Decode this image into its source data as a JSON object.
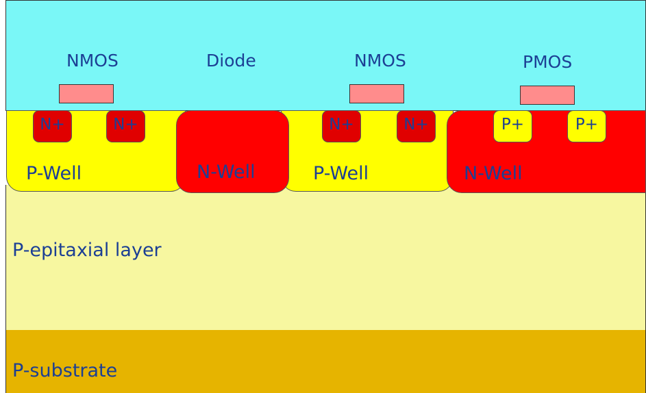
{
  "devices": {
    "nmos_left": "NMOS",
    "diode": "Diode",
    "nmos_right": "NMOS",
    "pmos": "PMOS"
  },
  "wells": {
    "pwell_left": "P-Well",
    "nwell_diode": "N-Well",
    "pwell_right": "P-Well",
    "nwell_pmos": "N-Well"
  },
  "implants": {
    "n_plus": "N+",
    "p_plus": "P+"
  },
  "layers": {
    "epitaxial": "P-epitaxial layer",
    "substrate": "P-substrate"
  },
  "colors": {
    "oxide": "#7af7f7",
    "p_well": "#ffff00",
    "n_well": "#ff0000",
    "n_plus": "#e00000",
    "gate": "#ff8c8c",
    "epitaxial": "#f7f7a0",
    "substrate": "#e6b400",
    "label_text": "#1c3f94"
  }
}
